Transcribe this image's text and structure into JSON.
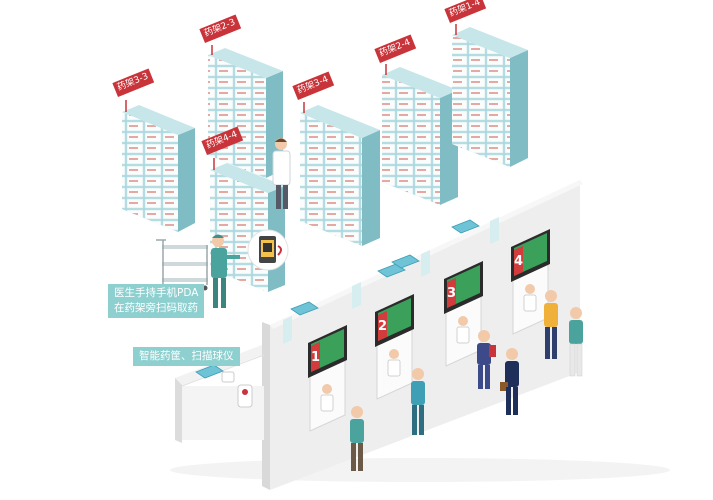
{
  "shelves": [
    {
      "id": "s33",
      "label": "药架3-3"
    },
    {
      "id": "s23",
      "label": "药架2-3"
    },
    {
      "id": "s34",
      "label": "药架3-4"
    },
    {
      "id": "s24",
      "label": "药架2-4"
    },
    {
      "id": "s14",
      "label": "药架1-4"
    },
    {
      "id": "s44",
      "label": "药架4-4"
    }
  ],
  "callouts": {
    "pda": {
      "line1": "医生手持手机PDA",
      "line2": "在药架旁扫码取药"
    },
    "smart": {
      "line1": "智能药筐、扫描球仪"
    }
  },
  "windows": [
    {
      "number": "1"
    },
    {
      "number": "2"
    },
    {
      "number": "3"
    },
    {
      "number": "4"
    }
  ],
  "colors": {
    "shelf": "#a8d8de",
    "shelf_side": "#7fbcc4",
    "shelf_tag": "#c9343a",
    "wall": "#eeeeee",
    "screen_frame": "#2b2b2b",
    "screen_green": "#3aa05a",
    "screen_red": "#d23c3c",
    "callout": "#8ecfcf"
  }
}
